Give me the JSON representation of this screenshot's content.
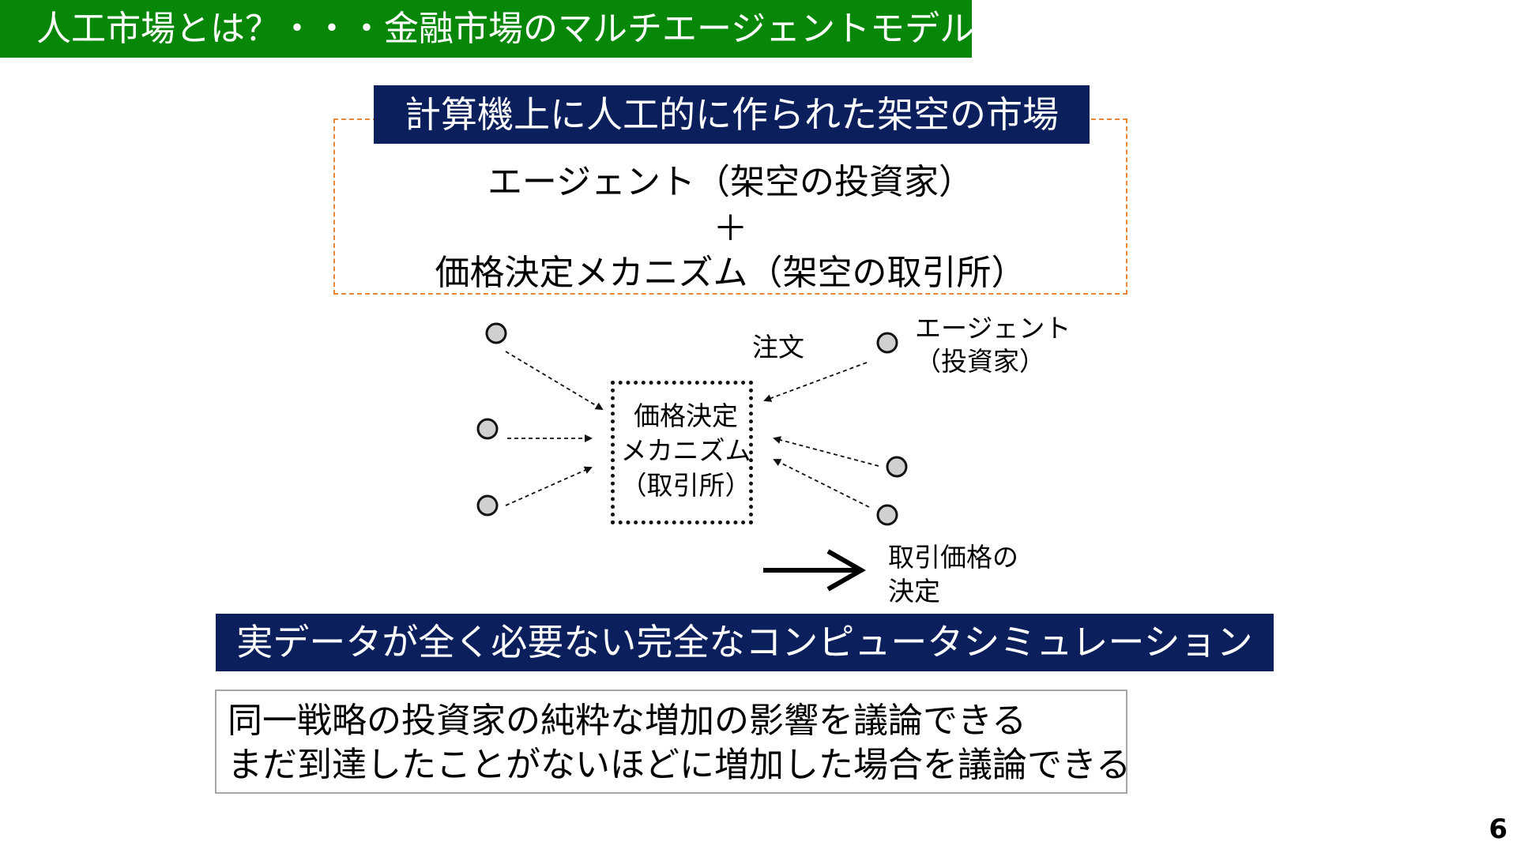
{
  "slide": {
    "title": "人工市場とは？・・・金融市場のマルチエージェントモデルです",
    "page_number": "6"
  },
  "definition": {
    "banner": "計算機上に人工的に作られた架空の市場",
    "line1": "エージェント（架空の投資家）",
    "plus": "＋",
    "line2": "価格決定メカニズム（架空の取引所）"
  },
  "diagram": {
    "order_label": "注文",
    "agent_label_line1": "エージェント",
    "agent_label_line2": "（投資家）",
    "mechanism_line1": "価格決定",
    "mechanism_line2": "メカニズム",
    "mechanism_line3": "（取引所）",
    "result_line1": "取引価格の",
    "result_line2": "決定",
    "agent_node_color": "#d0d0d0"
  },
  "simulation_banner": "実データが全く必要ない完全なコンピュータシミュレーション",
  "notes": [
    "同一戦略の投資家の純粋な増加の影響を議論できる",
    "まだ到達したことがないほどに増加した場合を議論できる"
  ],
  "colors": {
    "title_bar": "#078707",
    "navy": "#0a1f5c",
    "dashed_border": "#e8873a"
  }
}
